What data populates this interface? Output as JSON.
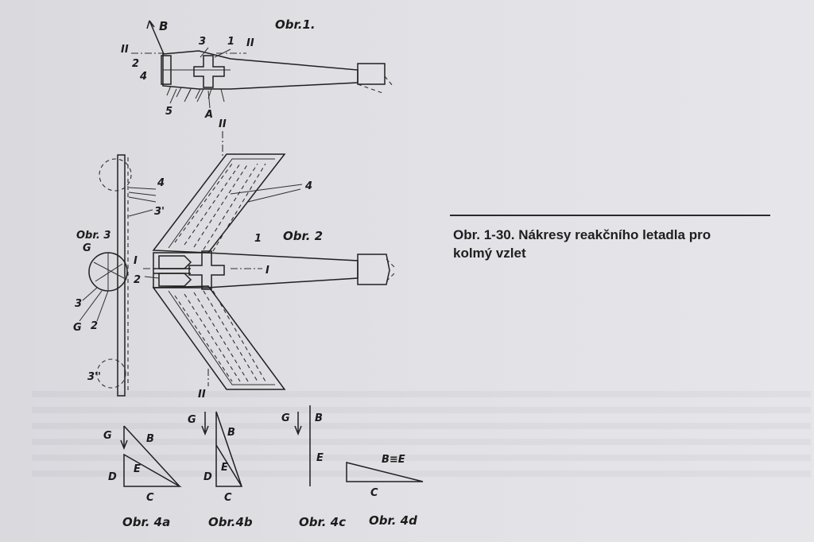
{
  "caption": {
    "line1": "Obr. 1-30. Nákresy reakčního letadla pro",
    "line2": "kolmý vzlet"
  },
  "fig1": {
    "title": "Obr.1.",
    "labels": {
      "B": "B",
      "A": "A",
      "n1": "1",
      "n2": "2",
      "n3": "3",
      "n4": "4",
      "n5": "5",
      "sec_left": "II",
      "sec_right": "II"
    }
  },
  "fig2": {
    "title": "Obr. 2",
    "labels": {
      "n1": "1",
      "n2": "2",
      "n4": "4",
      "sec_I_left": "I",
      "sec_I_right": "I",
      "sec_top": "II",
      "sec_bottom": "II"
    }
  },
  "fig3": {
    "title": "Obr. 3",
    "labels": {
      "G_top": "G",
      "G_bottom": "G",
      "n2": "2",
      "n3": "3",
      "n3p": "3'",
      "n3pp": "3''",
      "n4": "4"
    }
  },
  "fig4a": {
    "title": "Obr. 4a",
    "G": "G",
    "B": "B",
    "E": "E",
    "D": "D",
    "C": "C"
  },
  "fig4b": {
    "title": "Obr.4b",
    "G": "G",
    "B": "B",
    "E": "E",
    "D": "D",
    "C": "C"
  },
  "fig4c": {
    "title": "Obr. 4c",
    "G": "G",
    "B": "B",
    "E": "E"
  },
  "fig4d": {
    "title": "Obr. 4d",
    "BE": "B≡E",
    "C": "C"
  }
}
